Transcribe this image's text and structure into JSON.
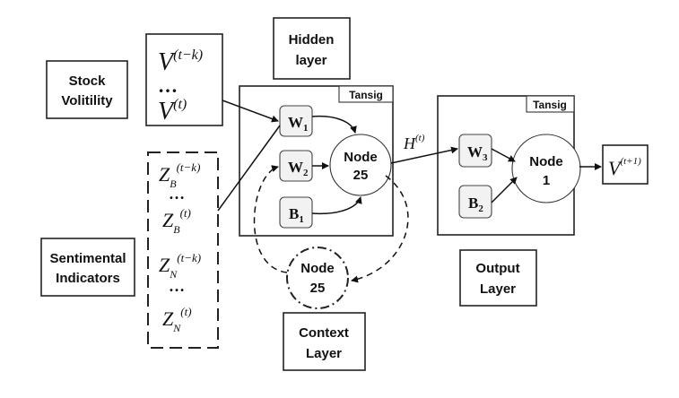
{
  "labels": {
    "stock": [
      "Stock",
      "Volitility"
    ],
    "sentimental": [
      "Sentimental",
      "Indicators"
    ],
    "hidden": [
      "Hidden",
      "layer"
    ],
    "output": [
      "Output",
      "Layer"
    ],
    "context": [
      "Context",
      "Layer"
    ]
  },
  "hidden_layer": {
    "activation": "Tansig",
    "weights": [
      {
        "main": "W",
        "sub": "1"
      },
      {
        "main": "W",
        "sub": "2"
      },
      {
        "main": "B",
        "sub": "1"
      }
    ],
    "node": [
      "Node",
      "25"
    ]
  },
  "output_layer": {
    "activation": "Tansig",
    "weights": [
      {
        "main": "W",
        "sub": "3"
      },
      {
        "main": "B",
        "sub": "2"
      }
    ],
    "node": [
      "Node",
      "1"
    ]
  },
  "context_node": [
    "Node",
    "25"
  ],
  "input_volatility": {
    "top": {
      "var": "V",
      "sup": "(t−k)"
    },
    "dots": "…",
    "bottom": {
      "var": "V",
      "sup": "(t)"
    }
  },
  "input_sentiment": [
    {
      "var": "Z",
      "sub": "B",
      "sup": "(t−k)"
    },
    {
      "dots": "…"
    },
    {
      "var": "Z",
      "sub": "B",
      "sup": "(t)"
    },
    {
      "var": "Z",
      "sub": "N",
      "sup": "(t−k)"
    },
    {
      "dots": "…"
    },
    {
      "var": "Z",
      "sub": "N",
      "sup": "(t)"
    }
  ],
  "hidden_output": {
    "var": "H",
    "sup": "(t)"
  },
  "prediction": {
    "var": "V",
    "sup": "(t+1)"
  }
}
